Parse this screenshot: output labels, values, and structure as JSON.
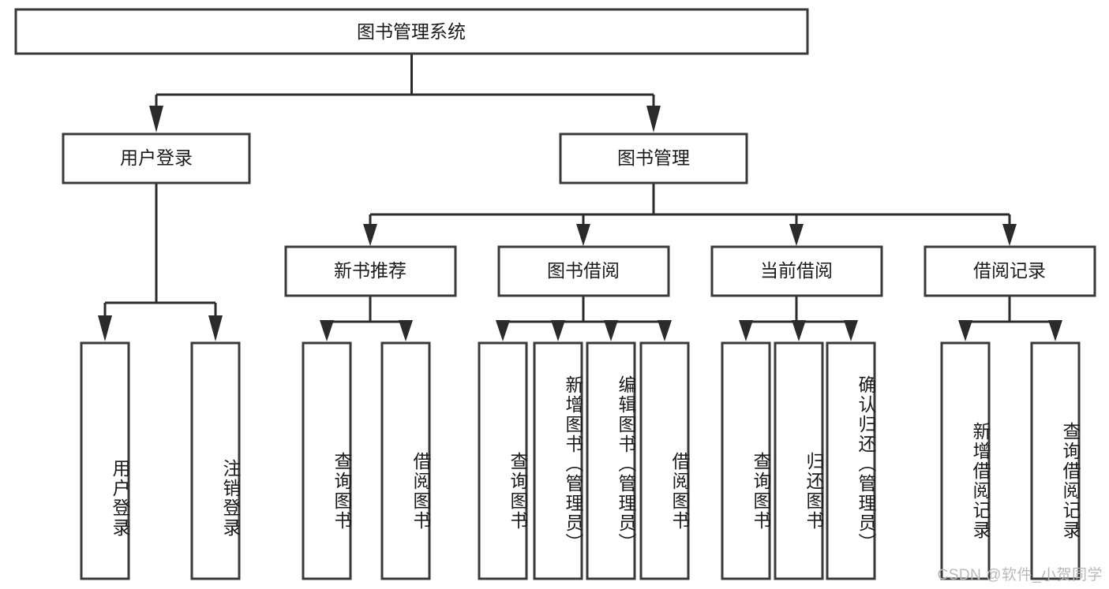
{
  "diagram": {
    "type": "tree",
    "title": "图书管理系统",
    "watermark": "CSDN @软件_小贺同学",
    "colors": {
      "box_stroke": "#3a3a3a",
      "box_fill": "#ffffff",
      "connector": "#2b2b2b",
      "text": "#1a1a1a",
      "watermark": "#b9b9b9",
      "background": "#ffffff"
    },
    "root": {
      "id": "root",
      "label": "图书管理系统",
      "orientation": "horizontal"
    },
    "level2": [
      {
        "id": "user-login",
        "label": "用户登录",
        "orientation": "horizontal"
      },
      {
        "id": "book-manage",
        "label": "图书管理",
        "orientation": "horizontal"
      }
    ],
    "level3": [
      {
        "id": "new-book-recommend",
        "label": "新书推荐",
        "orientation": "horizontal",
        "parent": "book-manage"
      },
      {
        "id": "book-borrow",
        "label": "图书借阅",
        "orientation": "horizontal",
        "parent": "book-manage"
      },
      {
        "id": "current-borrow",
        "label": "当前借阅",
        "orientation": "horizontal",
        "parent": "book-manage"
      },
      {
        "id": "borrow-record",
        "label": "借阅记录",
        "orientation": "horizontal",
        "parent": "book-manage"
      }
    ],
    "leaves": [
      {
        "id": "leaf-user-login",
        "label": "用户登录",
        "orientation": "vertical",
        "parent": "user-login"
      },
      {
        "id": "leaf-user-logout",
        "label": "注销登录",
        "orientation": "vertical",
        "parent": "user-login"
      },
      {
        "id": "leaf-query-book-1",
        "label": "查询图书",
        "orientation": "vertical",
        "parent": "new-book-recommend"
      },
      {
        "id": "leaf-borrow-book-1",
        "label": "借阅图书",
        "orientation": "vertical",
        "parent": "new-book-recommend"
      },
      {
        "id": "leaf-query-book-2",
        "label": "查询图书",
        "orientation": "vertical",
        "parent": "book-borrow"
      },
      {
        "id": "leaf-add-book",
        "label": "新增图书（管理员）",
        "orientation": "vertical",
        "parent": "book-borrow"
      },
      {
        "id": "leaf-edit-book",
        "label": "编辑图书（管理员）",
        "orientation": "vertical",
        "parent": "book-borrow"
      },
      {
        "id": "leaf-borrow-book-2",
        "label": "借阅图书",
        "orientation": "vertical",
        "parent": "book-borrow"
      },
      {
        "id": "leaf-query-book-3",
        "label": "查询图书",
        "orientation": "vertical",
        "parent": "current-borrow"
      },
      {
        "id": "leaf-return-book",
        "label": "归还图书",
        "orientation": "vertical",
        "parent": "current-borrow"
      },
      {
        "id": "leaf-confirm-return",
        "label": "确认归还（管理员）",
        "orientation": "vertical",
        "parent": "current-borrow"
      },
      {
        "id": "leaf-add-record",
        "label": "新增借阅记录",
        "orientation": "vertical",
        "parent": "borrow-record"
      },
      {
        "id": "leaf-query-record",
        "label": "查询借阅记录",
        "orientation": "vertical",
        "parent": "borrow-record"
      }
    ]
  }
}
